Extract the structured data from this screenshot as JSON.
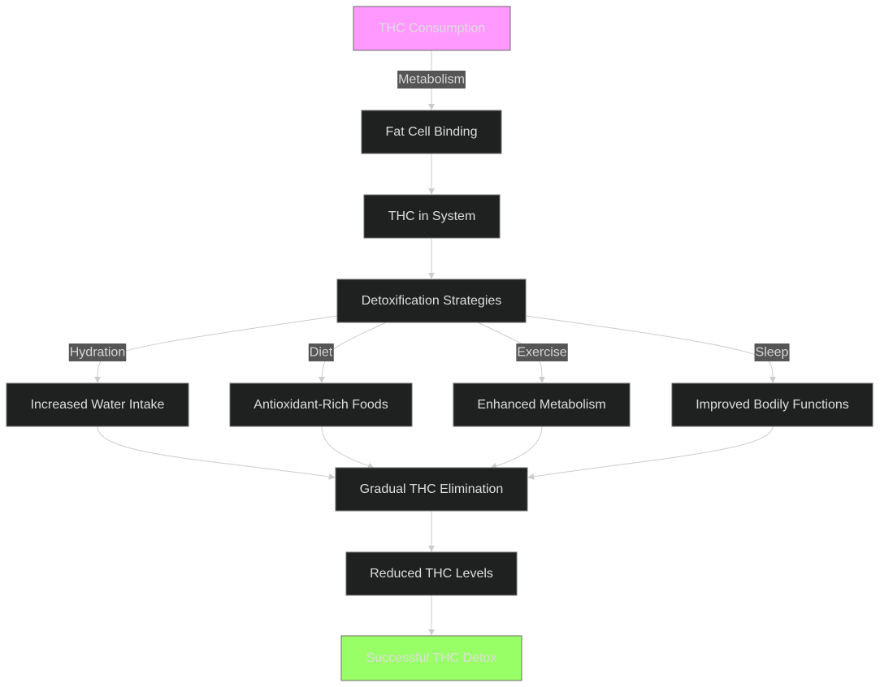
{
  "diagram": {
    "nodes": [
      {
        "id": "consumption",
        "label": "THC Consumption",
        "style": "start"
      },
      {
        "id": "fat",
        "label": "Fat Cell Binding",
        "style": "default"
      },
      {
        "id": "system",
        "label": "THC in System",
        "style": "default"
      },
      {
        "id": "detox",
        "label": "Detoxification Strategies",
        "style": "default"
      },
      {
        "id": "water",
        "label": "Increased Water Intake",
        "style": "default"
      },
      {
        "id": "foods",
        "label": "Antioxidant-Rich Foods",
        "style": "default"
      },
      {
        "id": "metab",
        "label": "Enhanced Metabolism",
        "style": "default"
      },
      {
        "id": "bodily",
        "label": "Improved Bodily Functions",
        "style": "default"
      },
      {
        "id": "elim",
        "label": "Gradual THC Elimination",
        "style": "default"
      },
      {
        "id": "reduced",
        "label": "Reduced THC Levels",
        "style": "default"
      },
      {
        "id": "success",
        "label": "Successful THC Detox",
        "style": "end"
      }
    ],
    "edges": [
      {
        "from": "consumption",
        "to": "fat",
        "label": "Metabolism"
      },
      {
        "from": "fat",
        "to": "system",
        "label": ""
      },
      {
        "from": "system",
        "to": "detox",
        "label": ""
      },
      {
        "from": "detox",
        "to": "water",
        "label": "Hydration"
      },
      {
        "from": "detox",
        "to": "foods",
        "label": "Diet"
      },
      {
        "from": "detox",
        "to": "metab",
        "label": "Exercise"
      },
      {
        "from": "detox",
        "to": "bodily",
        "label": "Sleep"
      },
      {
        "from": "water",
        "to": "elim",
        "label": ""
      },
      {
        "from": "foods",
        "to": "elim",
        "label": ""
      },
      {
        "from": "metab",
        "to": "elim",
        "label": ""
      },
      {
        "from": "bodily",
        "to": "elim",
        "label": ""
      },
      {
        "from": "elim",
        "to": "reduced",
        "label": ""
      },
      {
        "from": "reduced",
        "to": "success",
        "label": ""
      }
    ],
    "colors": {
      "node_fill": "#1f2020",
      "node_stroke": "#6a6a6a",
      "node_text": "#dddddd",
      "edge": "#cccccc",
      "edge_label_bg": "#555555",
      "start_fill": "#ff99ff",
      "start_stroke": "#333333",
      "end_fill": "#99ff66",
      "end_stroke": "#333333",
      "highlight_text": "#d6d6d6"
    }
  }
}
